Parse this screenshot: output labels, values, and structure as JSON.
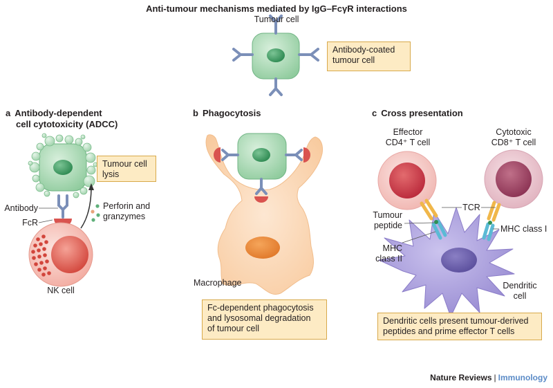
{
  "title": "Anti-tumour mechanisms mediated by IgG–FcγR interactions",
  "top": {
    "cell_label": "Tumour cell",
    "box": [
      "Antibody-coated",
      "tumour cell"
    ]
  },
  "panel_a": {
    "letter": "a",
    "heading": [
      "Antibody-dependent",
      "cell cytotoxicity (ADCC)"
    ],
    "box": [
      "Tumour cell",
      "lysis"
    ],
    "labels": {
      "antibody": "Antibody",
      "fcr": "FcR",
      "perforin": [
        "Perforin and",
        "granzymes"
      ],
      "nk": "NK cell"
    }
  },
  "panel_b": {
    "letter": "b",
    "heading": "Phagocytosis",
    "labels": {
      "macrophage": "Macrophage"
    },
    "box": [
      "Fc-dependent phagocytosis",
      "and lysosomal degradation",
      "of tumour cell"
    ]
  },
  "panel_c": {
    "letter": "c",
    "heading": "Cross presentation",
    "labels": {
      "effector": [
        "Effector",
        "CD4⁺ T cell"
      ],
      "cytotoxic": [
        "Cytotoxic",
        "CD8⁺ T cell"
      ],
      "tcr": "TCR",
      "peptide": [
        "Tumour",
        "peptide"
      ],
      "mhc2": [
        "MHC",
        "class II"
      ],
      "mhc1": "MHC class I",
      "dendritic": [
        "Dendritic",
        "cell"
      ]
    },
    "box": [
      "Dendritic cells present tumour-derived",
      "peptides and prime effector T cells"
    ]
  },
  "credit": {
    "journal": "Nature Reviews",
    "section": "Immunology"
  },
  "colors": {
    "tumour": "#a9d8b3",
    "tumour_nucleus": "#3f9f63",
    "antibody": "#7b8fb8",
    "receptor": "#d9534f",
    "nk": "#e87a6e",
    "macrophage": "#fbd6b3",
    "cd4": "#c9485b",
    "cd8": "#9c4a6b",
    "dendritic": "#a497d6",
    "box": "#fdebc4"
  }
}
